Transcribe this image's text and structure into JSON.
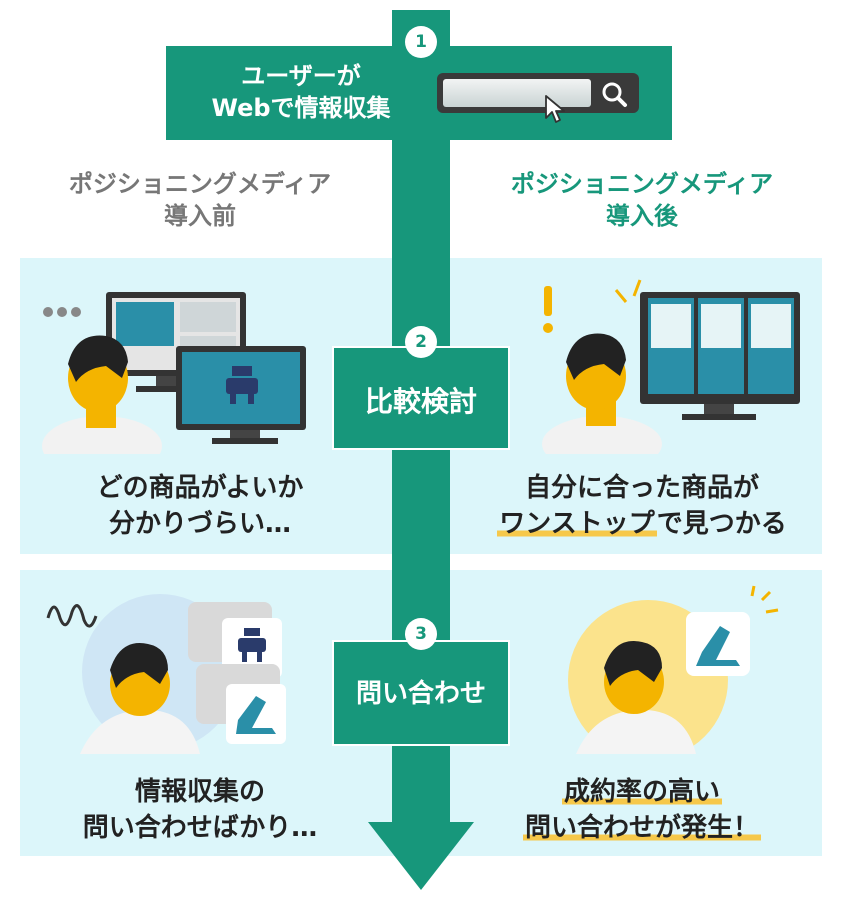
{
  "colors": {
    "accent": "#17977b",
    "panel": "#dcf6fa",
    "highlight": "#f6c84a",
    "before_heading": "#777777",
    "after_heading": "#17977b"
  },
  "step1": {
    "number": "1",
    "text_line1": "ユーザーが",
    "text_line2": "Webで情報収集",
    "icon": "search-icon"
  },
  "step2": {
    "number": "2",
    "label": "比較検討"
  },
  "step3": {
    "number": "3",
    "label": "問い合わせ"
  },
  "before": {
    "heading_line1": "ポジショニングメディア",
    "heading_line2": "導入前",
    "compare_caption_line1": "どの商品がよいか",
    "compare_caption_line2": "分かりづらい…",
    "inquiry_caption_line1": "情報収集の",
    "inquiry_caption_line2": "問い合わせばかり…"
  },
  "after": {
    "heading_line1": "ポジショニングメディア",
    "heading_line2": "導入後",
    "compare_caption_line1": "自分に合った商品が",
    "compare_caption_line2_highlight": "ワンストップ",
    "compare_caption_line2_rest": "で見つかる",
    "inquiry_caption_line1": "成約率の高い",
    "inquiry_caption_line2": "問い合わせが発生！"
  }
}
